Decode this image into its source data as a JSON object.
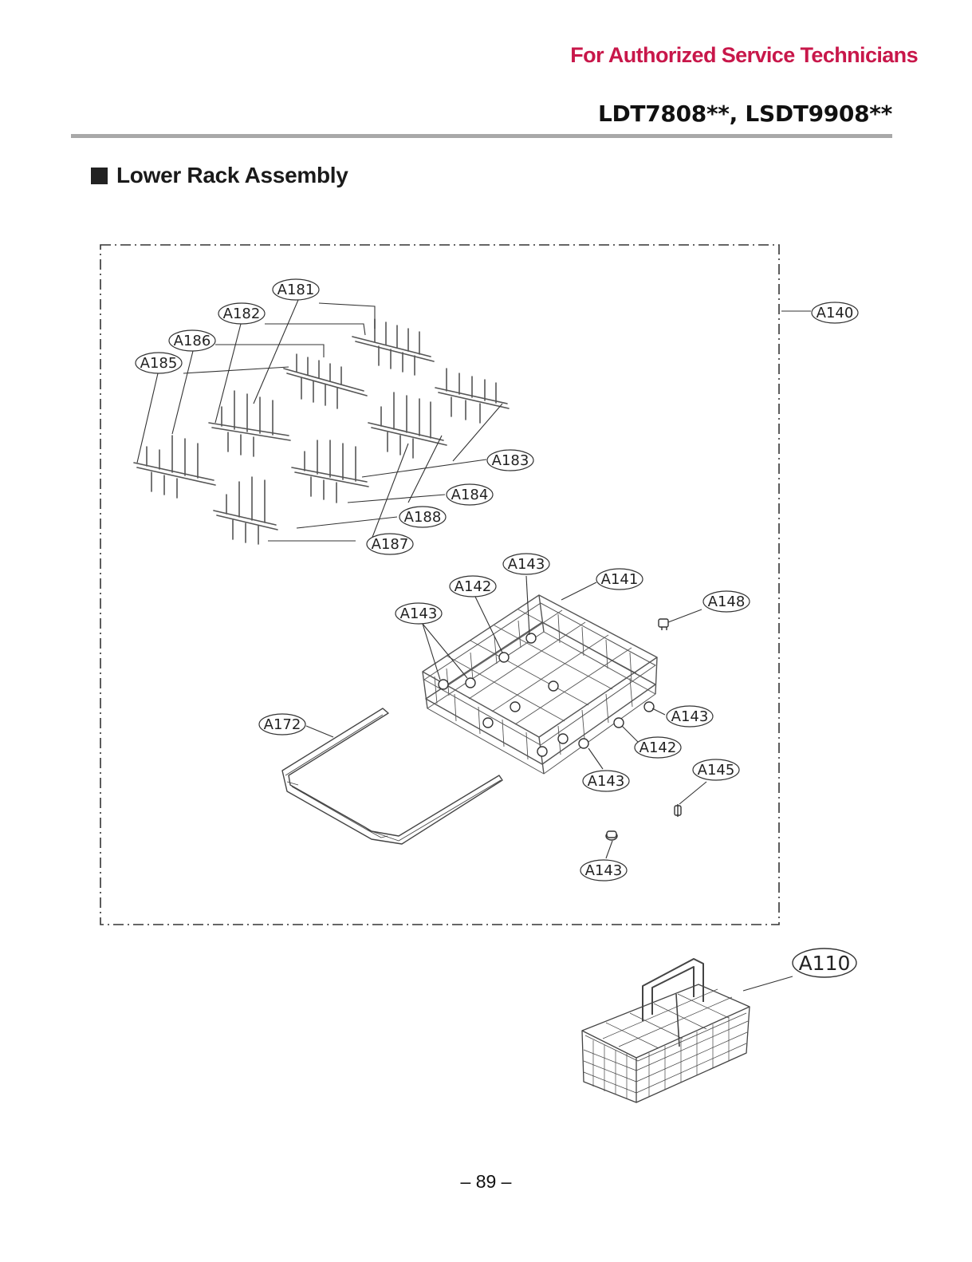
{
  "header": {
    "notice": "For Authorized Service Technicians",
    "models": "LDT7808**, LSDT9908**"
  },
  "section": {
    "title": "Lower Rack Assembly"
  },
  "colors": {
    "notice": "#c8174a",
    "rule": "#a8a8a8"
  },
  "parts": [
    {
      "id": "p_a181",
      "label": "A181"
    },
    {
      "id": "p_a182",
      "label": "A182"
    },
    {
      "id": "p_a186",
      "label": "A186"
    },
    {
      "id": "p_a185",
      "label": "A185"
    },
    {
      "id": "p_a140",
      "label": "A140"
    },
    {
      "id": "p_a183",
      "label": "A183"
    },
    {
      "id": "p_a184",
      "label": "A184"
    },
    {
      "id": "p_a188",
      "label": "A188"
    },
    {
      "id": "p_a187",
      "label": "A187"
    },
    {
      "id": "p_a143_top",
      "label": "A143"
    },
    {
      "id": "p_a141",
      "label": "A141"
    },
    {
      "id": "p_a142_top",
      "label": "A142"
    },
    {
      "id": "p_a148",
      "label": "A148"
    },
    {
      "id": "p_a143_left",
      "label": "A143"
    },
    {
      "id": "p_a172",
      "label": "A172"
    },
    {
      "id": "p_a143_right",
      "label": "A143"
    },
    {
      "id": "p_a142_low",
      "label": "A142"
    },
    {
      "id": "p_a145",
      "label": "A145"
    },
    {
      "id": "p_a143_low",
      "label": "A143"
    },
    {
      "id": "p_a143_bottom",
      "label": "A143"
    },
    {
      "id": "p_a110",
      "label": "A110"
    }
  ],
  "footer": {
    "page_number": "– 89 –"
  }
}
